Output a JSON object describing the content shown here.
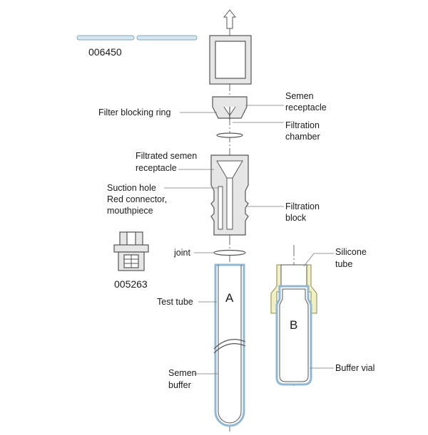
{
  "labels": {
    "code_rod": "006450",
    "code_connector": "005263",
    "filter_blocking_ring": "Filter blocking ring",
    "semen_receptacle_1": "Semen",
    "semen_receptacle_2": "receptacle",
    "filtration_chamber_1": "Filtration",
    "filtration_chamber_2": "chamber",
    "filtrated_1": "Filtrated semen",
    "filtrated_2": "receptacle",
    "suction_hole": "Suction hole",
    "red_connector": "Red connector,",
    "mouthpiece": "mouthpiece",
    "filtration_block_1": "Filtration",
    "filtration_block_2": "block",
    "joint": "joint",
    "silicone_1": "Silicone",
    "silicone_2": "tube",
    "test_tube": "Test tube",
    "letter_a": "A",
    "letter_b": "B",
    "semen_buffer_1": "Semen",
    "semen_buffer_2": "buffer",
    "buffer_vial": "Buffer vial"
  },
  "colors": {
    "glass": "#8fb8d6",
    "part_fill": "#e6e6e6",
    "silicone": "#f2efc0"
  }
}
